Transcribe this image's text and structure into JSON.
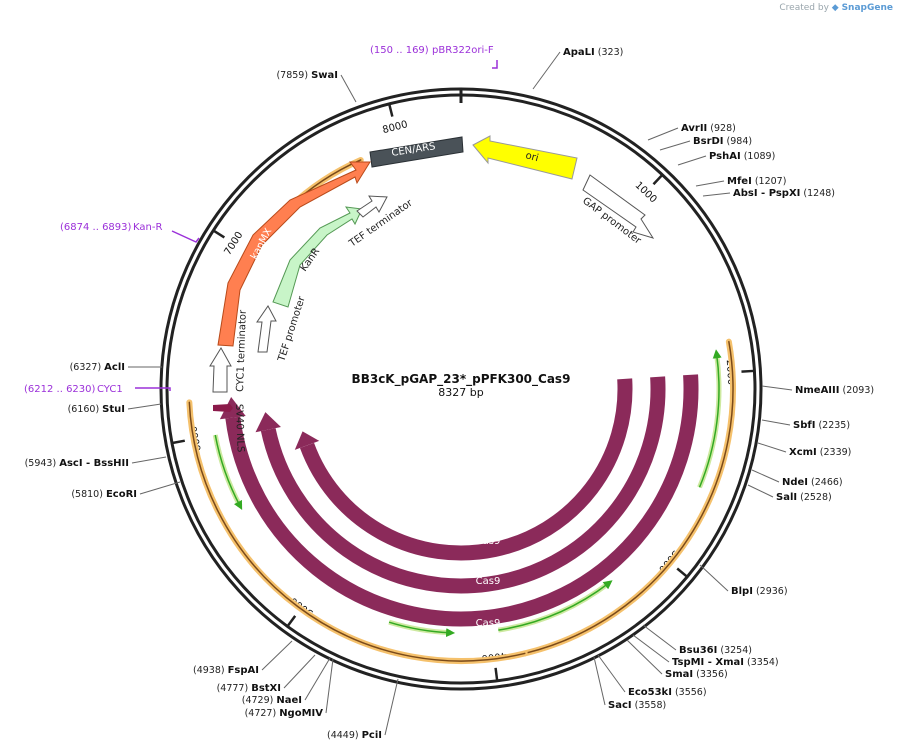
{
  "credit": {
    "prefix": "Created by",
    "brand": "SnapGene"
  },
  "plasmid": {
    "name": "BB3cK_pGAP_23*_pPFK300_Cas9",
    "size_label": "8327 bp"
  },
  "ruler_ticks": [
    "1000",
    "2000",
    "3000",
    "4000",
    "5000",
    "6000",
    "7000",
    "8000"
  ],
  "enzymes": [
    {
      "name": "ApaLI",
      "pos": "(323)"
    },
    {
      "name": "AvrII",
      "pos": "(928)"
    },
    {
      "name": "BsrDI",
      "pos": "(984)"
    },
    {
      "name": "PshAI",
      "pos": "(1089)"
    },
    {
      "name": "MfeI",
      "pos": "(1207)"
    },
    {
      "name": "AbsI",
      "name2": "- PspXI",
      "pos": "(1248)"
    },
    {
      "name": "NmeAIII",
      "pos": "(2093)"
    },
    {
      "name": "SbfI",
      "pos": "(2235)"
    },
    {
      "name": "XcmI",
      "pos": "(2339)"
    },
    {
      "name": "NdeI",
      "pos": "(2466)"
    },
    {
      "name": "SalI",
      "pos": "(2528)"
    },
    {
      "name": "BlpI",
      "pos": "(2936)"
    },
    {
      "name": "Bsu36I",
      "pos": "(3254)"
    },
    {
      "name": "TspMI",
      "name2": "- XmaI",
      "pos": "(3354)"
    },
    {
      "name": "SmaI",
      "pos": "(3356)"
    },
    {
      "name": "Eco53kI",
      "pos": "(3556)"
    },
    {
      "name": "SacI",
      "pos": "(3558)"
    },
    {
      "name": "PciI",
      "pos": "(4449)"
    },
    {
      "name": "NgoMIV",
      "pos": "(4727)"
    },
    {
      "name": "NaeI",
      "pos": "(4729)"
    },
    {
      "name": "BstXI",
      "pos": "(4777)"
    },
    {
      "name": "FspAI",
      "pos": "(4938)"
    },
    {
      "name": "EcoRI",
      "pos": "(5810)"
    },
    {
      "name": "AscI",
      "name2": "- BssHII",
      "pos": "(5943)"
    },
    {
      "name": "StuI",
      "pos": "(6160)"
    },
    {
      "name": "AclI",
      "pos": "(6327)"
    },
    {
      "name": "SwaI",
      "pos": "(7859)"
    }
  ],
  "primers": [
    {
      "range": "(150 .. 169)",
      "name": "pBR322ori-F"
    },
    {
      "range": "(6874 .. 6893)",
      "name": "Kan-R"
    },
    {
      "range": "(6212 .. 6230)",
      "name": "CYC1"
    }
  ],
  "features": [
    {
      "name": "ori",
      "color": "#ffff00"
    },
    {
      "name": "GAP promoter",
      "color": "#ffffff"
    },
    {
      "name": "CEN/ARS",
      "color": "#4a5258"
    },
    {
      "name": "kanMX",
      "color": "#ff7f50"
    },
    {
      "name": "KanR",
      "color": "#c8f5c8"
    },
    {
      "name": "TEF terminator",
      "color": "#ffffff"
    },
    {
      "name": "TEF promoter",
      "color": "#ffffff"
    },
    {
      "name": "CYC1 terminator",
      "color": "#ffffff"
    },
    {
      "name": "SV40 NLS",
      "color": "#8b1a4a"
    },
    {
      "name": "Cas9",
      "color": "#8b2a5a"
    },
    {
      "name": "Cas9",
      "color": "#8b2a5a"
    },
    {
      "name": "Cas9",
      "color": "#8b2a5a"
    }
  ],
  "colors": {
    "backbone": "#222222",
    "primer": "#9b30d9",
    "orf_orange": "#f5c16c",
    "orf_green": "#33aa22",
    "cas9": "#8b2a5a"
  }
}
